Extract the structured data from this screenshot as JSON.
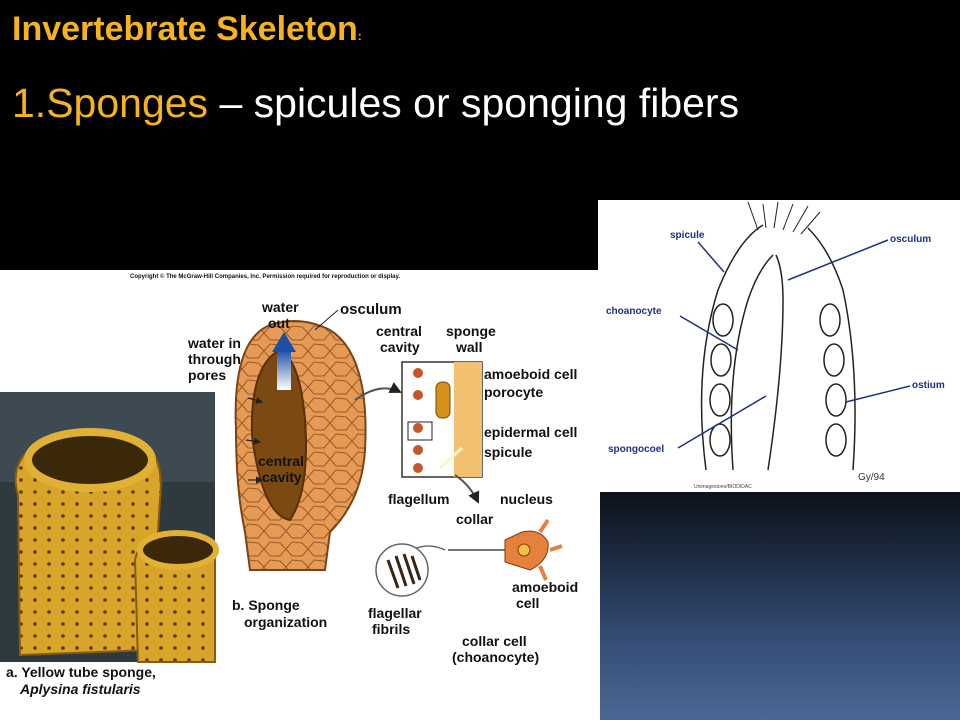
{
  "slide": {
    "title": "Invertebrate Skeleton",
    "title_suffix": ":",
    "bullet_number": "1.",
    "bullet_highlight": "Sponges",
    "bullet_rest": " – spicules or sponging fibers"
  },
  "figure_left": {
    "copyright": "Copyright © The McGraw-Hill Companies, Inc. Permission required for reproduction or display.",
    "labels": {
      "water_out_1": "water",
      "water_out_2": "out",
      "osculum": "osculum",
      "water_in_1": "water in",
      "water_in_2": "through",
      "water_in_3": "pores",
      "central_cavity_top_1": "central",
      "central_cavity_top_2": "cavity",
      "sponge_wall_1": "sponge",
      "sponge_wall_2": "wall",
      "amoeboid_cell": "amoeboid cell",
      "porocyte": "porocyte",
      "epidermal_cell": "epidermal cell",
      "spicule": "spicule",
      "central_cavity_body_1": "central",
      "central_cavity_body_2": "cavity",
      "flagellum": "flagellum",
      "nucleus": "nucleus",
      "collar": "collar",
      "amoeboid_1": "amoeboid",
      "amoeboid_2": "cell",
      "flagellar_1": "flagellar",
      "flagellar_2": "fibrils",
      "collar_cell_1": "collar cell",
      "collar_cell_2": "(choanocyte)",
      "caption_b_1": "b. Sponge",
      "caption_b_2": "organization",
      "caption_a_1": "a. Yellow tube sponge,",
      "caption_a_2": "Aplysina fistularis"
    }
  },
  "figure_right": {
    "labels": {
      "spicule": "spicule",
      "osculum": "osculum",
      "choanocyte": "choanocyte",
      "ostium": "ostium",
      "spongocoel": "spongocoel",
      "signature": "Gy/94",
      "credit": "Unimagestone/BIODIDAC"
    }
  }
}
